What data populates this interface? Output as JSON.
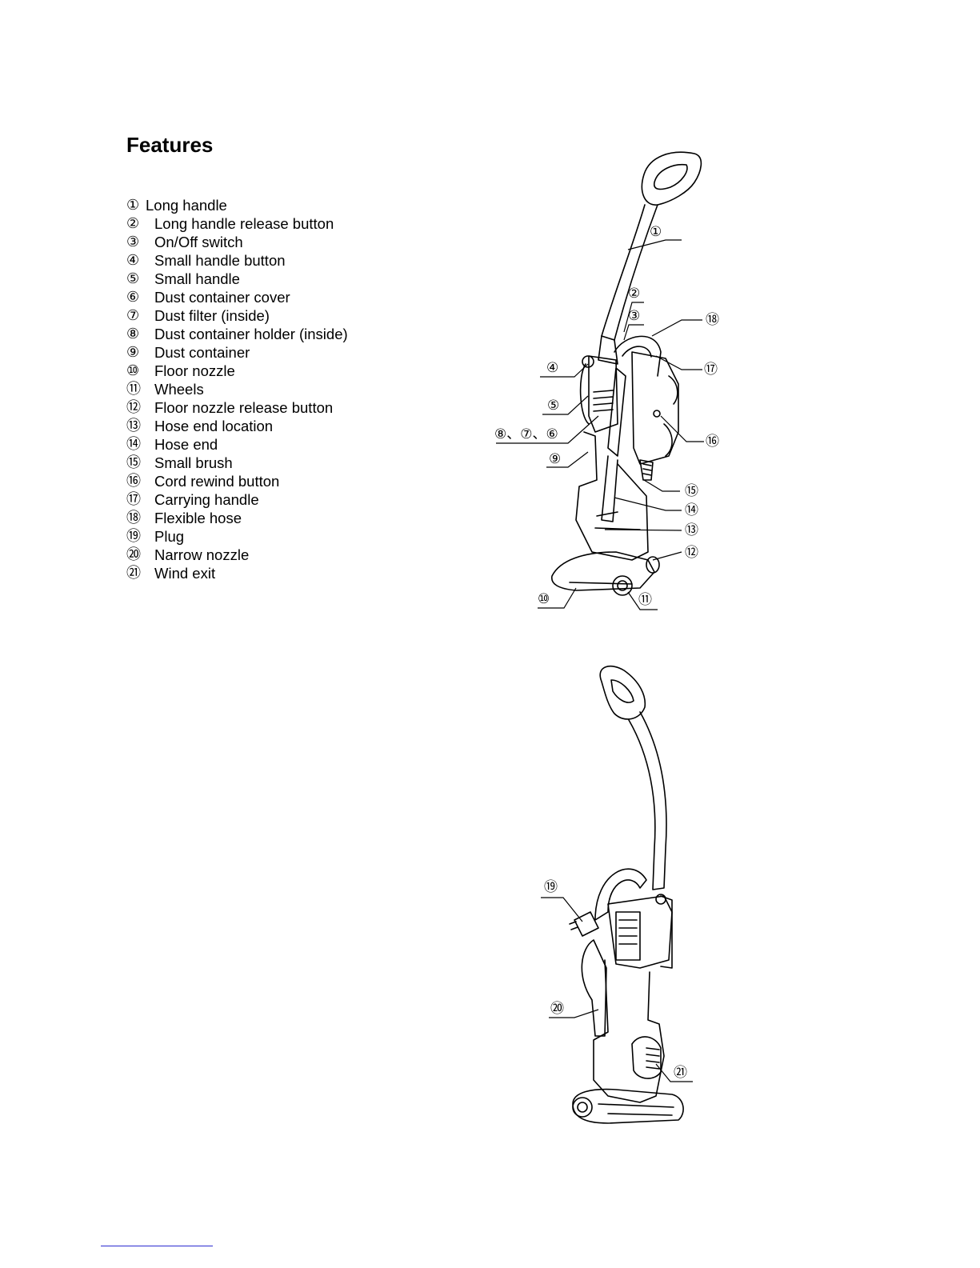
{
  "title": "Features",
  "features": [
    {
      "num": "①",
      "label": "Long handle"
    },
    {
      "num": "②",
      "label": "Long handle release button"
    },
    {
      "num": "③",
      "label": "On/Off switch"
    },
    {
      "num": "④",
      "label": "Small handle button"
    },
    {
      "num": "⑤",
      "label": "Small handle"
    },
    {
      "num": "⑥",
      "label": "Dust container cover"
    },
    {
      "num": "⑦",
      "label": "Dust filter (inside)"
    },
    {
      "num": "⑧",
      "label": "Dust container holder (inside)"
    },
    {
      "num": "⑨",
      "label": "Dust container"
    },
    {
      "num": "⑩",
      "label": "Floor nozzle"
    },
    {
      "num": "⑪",
      "label": "Wheels"
    },
    {
      "num": "⑫",
      "label": "Floor nozzle release button"
    },
    {
      "num": "⑬",
      "label": "Hose end location"
    },
    {
      "num": "⑭",
      "label": "Hose end"
    },
    {
      "num": "⑮",
      "label": "Small brush"
    },
    {
      "num": "⑯",
      "label": "Cord rewind button"
    },
    {
      "num": "⑰",
      "label": "Carrying handle"
    },
    {
      "num": "⑱",
      "label": "Flexible hose"
    },
    {
      "num": "⑲",
      "label": "Plug"
    },
    {
      "num": "⑳",
      "label": "Narrow nozzle"
    },
    {
      "num": "㉑",
      "label": "Wind exit"
    }
  ],
  "callouts_front": {
    "c1": "①",
    "c2": "②",
    "c3": "③",
    "c18": "⑱",
    "c4": "④",
    "c17": "⑰",
    "c5": "⑤",
    "c876": "⑧、⑦、⑥",
    "c16": "⑯",
    "c9": "⑨",
    "c15": "⑮",
    "c14": "⑭",
    "c13": "⑬",
    "c12": "⑫",
    "c10": "⑩",
    "c11": "⑪"
  },
  "callouts_back": {
    "c19": "⑲",
    "c20": "⑳",
    "c21": "㉑"
  },
  "colors": {
    "ink": "#000000",
    "footer_rule": "#2a2ad0"
  }
}
